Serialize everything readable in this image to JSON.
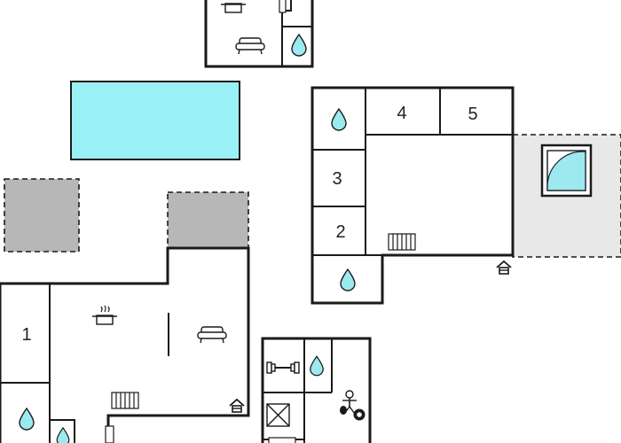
{
  "floorplan": {
    "colors": {
      "wall": "#1a1a1a",
      "pool": "#99f0f5",
      "terrace": "#b7b7b7",
      "patio": "#e8e8e8",
      "water": "#9ce9f0",
      "background": "#ffffff"
    },
    "rooms": [
      {
        "id": "room-1",
        "label": "1"
      },
      {
        "id": "room-2",
        "label": "2"
      },
      {
        "id": "room-3",
        "label": "3"
      },
      {
        "id": "room-4",
        "label": "4"
      },
      {
        "id": "room-5",
        "label": "5"
      }
    ],
    "icons": [
      "sofa-icon",
      "stove-pot-icon",
      "radiator-icon",
      "water-drop-icon",
      "entrance-icon",
      "dumbbell-icon",
      "table-tennis-icon",
      "billiards-icon",
      "sauna-icon",
      "hot-tub-icon",
      "shower-icon"
    ]
  }
}
